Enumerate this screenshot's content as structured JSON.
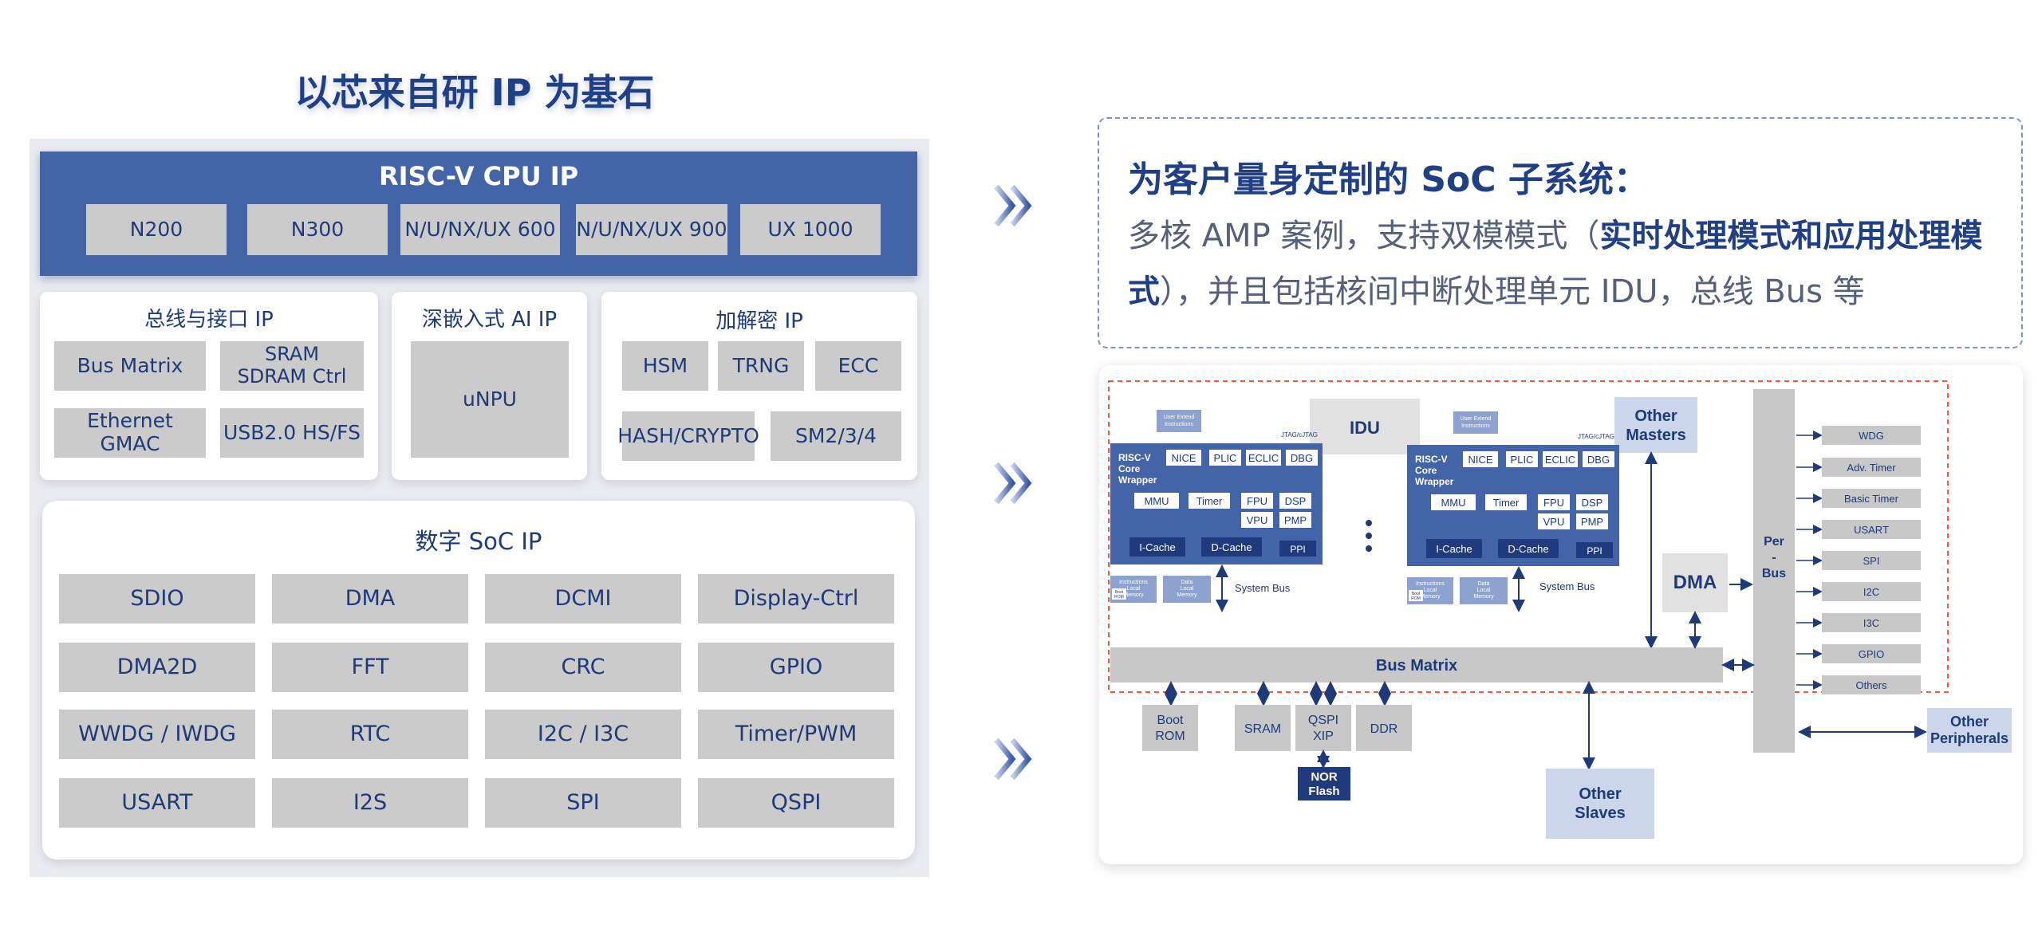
{
  "left": {
    "title": "以芯来自研 IP 为基石",
    "cpu": {
      "title": "RISC-V CPU IP",
      "items": [
        "N200",
        "N300",
        "N/U/NX/UX 600",
        "N/U/NX/UX 900",
        "UX 1000"
      ]
    },
    "bus": {
      "title": "总线与接口 IP",
      "items": [
        "Bus Matrix",
        "SRAM\nSDRAM Ctrl",
        "Ethernet GMAC",
        "USB2.0 HS/FS"
      ]
    },
    "ai": {
      "title": "深嵌入式 AI IP",
      "items": [
        "uNPU"
      ]
    },
    "crypto": {
      "title": "加解密 IP",
      "items": [
        "HSM",
        "TRNG",
        "ECC",
        "HASH/CRYPTO",
        "SM2/3/4"
      ]
    },
    "soc": {
      "title": "数字 SoC IP",
      "items": [
        "SDIO",
        "DMA",
        "DCMI",
        "Display-Ctrl",
        "DMA2D",
        "FFT",
        "CRC",
        "GPIO",
        "WWDG / IWDG",
        "RTC",
        "I2C / I3C",
        "Timer/PWM",
        "USART",
        "I2S",
        "SPI",
        "QSPI"
      ]
    }
  },
  "info": {
    "heading": "为客户量身定制的 SoC 子系统：",
    "line_a": "多核 AMP 案例，支持双模模式（",
    "line_b_bold": "实时处理模式和应用处理模式",
    "line_c": "），并且包括核间中断处理单元 IDU，总线 Bus 等"
  },
  "diagram": {
    "idu": "IDU",
    "other_masters": "Other\nMasters",
    "dma": "DMA",
    "perbus": "Per\n-\nBus",
    "bus_matrix": "Bus Matrix",
    "system_bus": "System Bus",
    "core": {
      "wrapper": "RISC-V\nCore\nWrapper",
      "user_ext": "User Extend\nInstructions",
      "jtag": "JTAG/cJTAG",
      "top": [
        "NICE",
        "PLIC",
        "ECLIC",
        "DBG"
      ],
      "mid": [
        "MMU",
        "Timer",
        "FPU",
        "DSP",
        "VPU",
        "PMP"
      ],
      "bottom": [
        "I-Cache",
        "D-Cache",
        "PPI"
      ],
      "mem": [
        "Instructions\nLocal\nMemory",
        "Data\nLocal\nMemory"
      ],
      "boot": "Boot\nROM"
    },
    "peripherals": [
      "WDG",
      "Adv. Timer",
      "Basic Timer",
      "USART",
      "SPI",
      "I2C",
      "I3C",
      "GPIO",
      "Others"
    ],
    "slaves": [
      "Boot\nROM",
      "SRAM",
      "QSPI\nXIP",
      "DDR"
    ],
    "nor_flash": "NOR\nFlash",
    "other_slaves": "Other\nSlaves",
    "other_peripherals": "Other\nPeripherals"
  }
}
